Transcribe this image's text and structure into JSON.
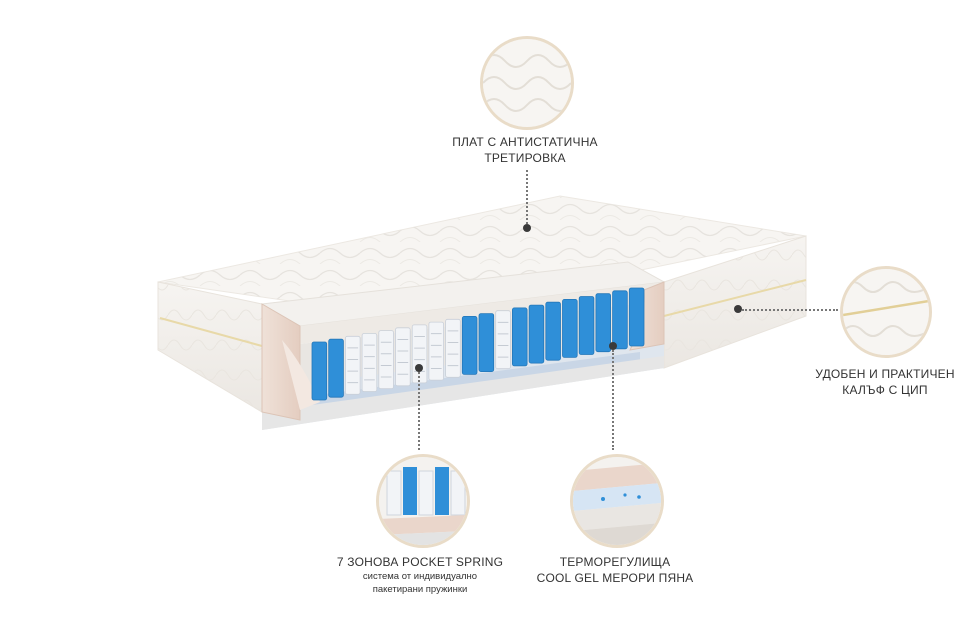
{
  "callouts": {
    "fabric": {
      "line1": "ПЛАТ С АНТИСТАТИЧНА",
      "line2": "ТРЕТИРОВКА"
    },
    "cover": {
      "line1": "УДОБЕН И ПРАКТИЧЕН",
      "line2": "КАЛЪФ С ЦИП"
    },
    "springs": {
      "line1": "7 ЗОНОВА POCKET SPRING",
      "sub1": "система от индивидуално",
      "sub2": "пакетирани пружинки"
    },
    "foam": {
      "line1": "ТЕРМОРЕГУЛИЩА",
      "line2": "COOL GEL МЕРОРИ ПЯНА"
    }
  },
  "colors": {
    "spring_blue": "#2f8fd8",
    "spring_white": "#f2f4f7",
    "ring": "#e9dcc8",
    "foam_pink": "#ead6cb"
  }
}
